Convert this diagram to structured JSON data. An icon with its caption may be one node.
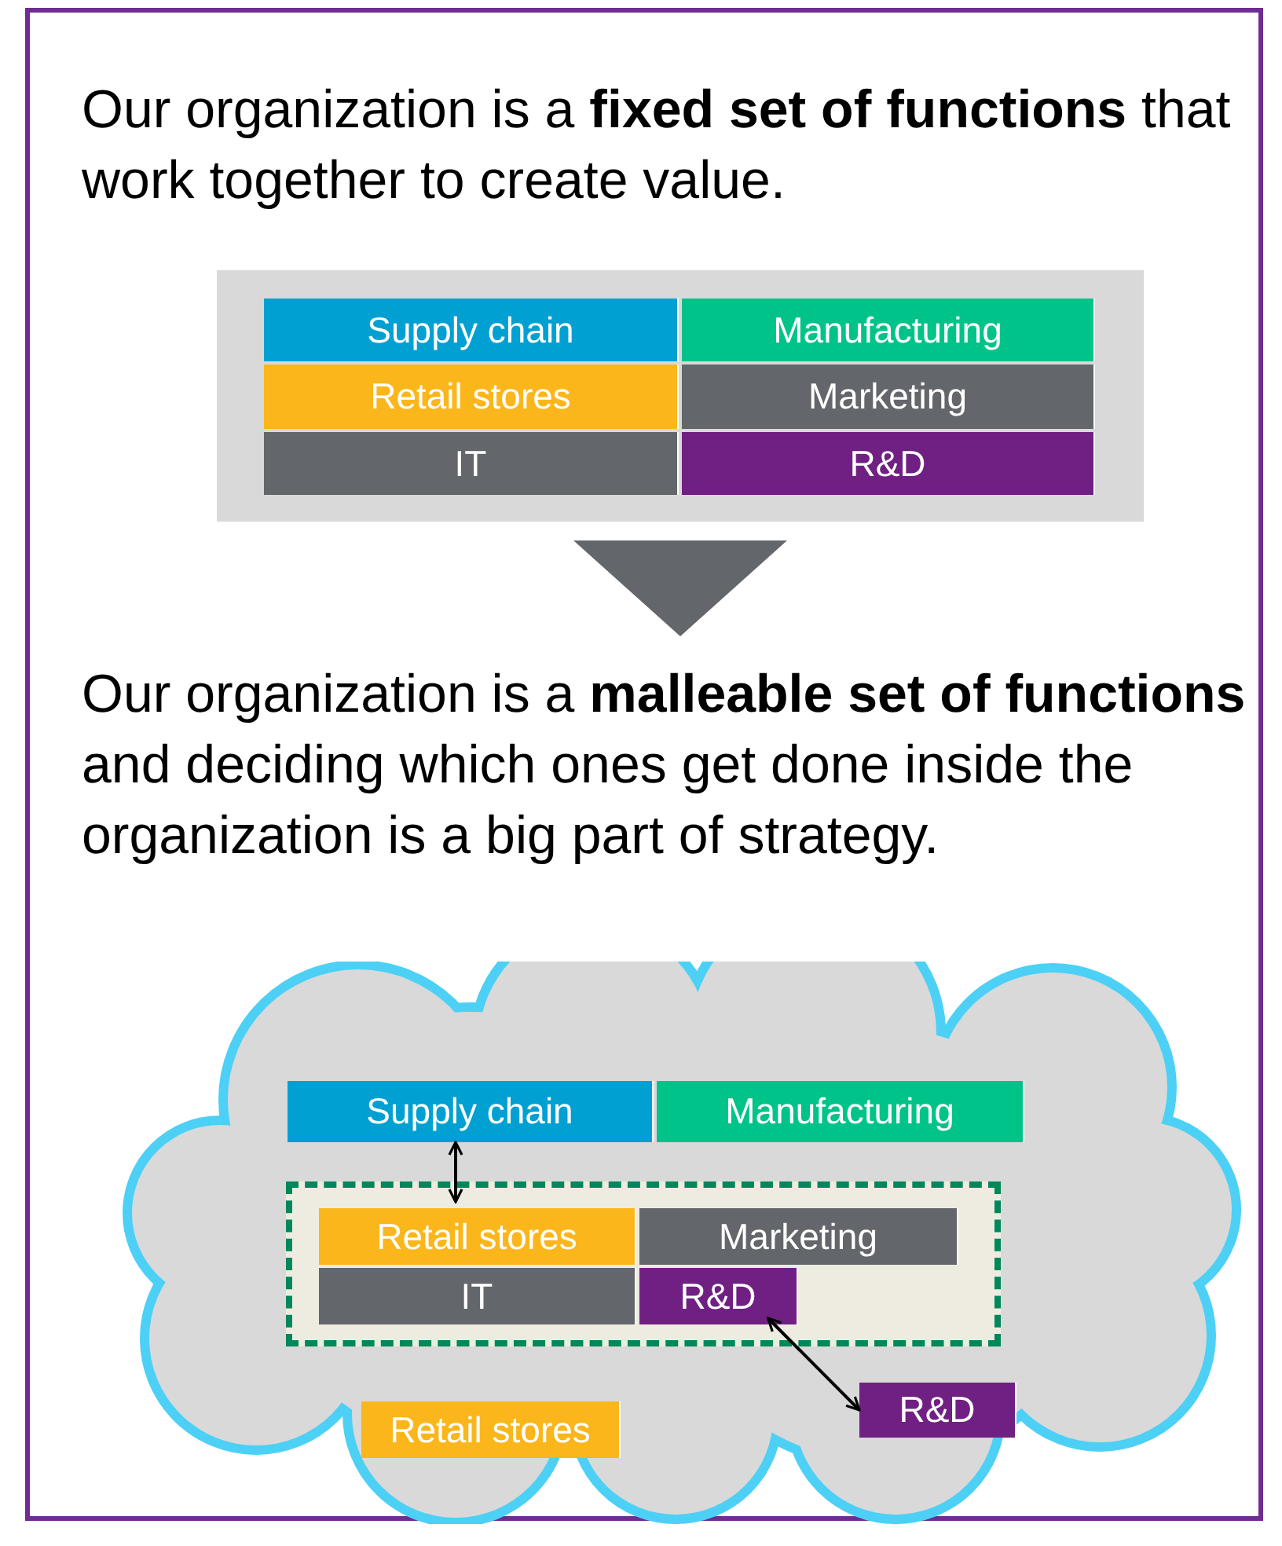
{
  "diagram": {
    "nodes": [
      {
        "text": [],
        "shape": "box"
      },
      {
        "text": [
          "Supply chain"
        ],
        "in": 0
      },
      {
        "text": [
          "Manufacturing"
        ],
        "in": 0
      },
      {
        "text": [
          "Retail stores"
        ],
        "in": 0
      },
      {
        "text": [
          "Marketing"
        ],
        "in": 0
      },
      {
        "text": [
          "IT"
        ],
        "in": 0
      },
      {
        "text": [
          "R&D"
        ],
        "in": 0
      },
      {
        "text": [],
        "shape": "cloud"
      },
      {
        "text": [
          "Supply chain"
        ],
        "in": 7
      },
      {
        "text": [
          "Manufacturing"
        ],
        "in": 7
      },
      {
        "text": [],
        "shape": "box",
        "in": 7
      },
      {
        "text": [
          "Retail stores"
        ],
        "in": 10
      },
      {
        "text": [
          "Marketing"
        ],
        "in": 10
      },
      {
        "text": [
          "IT"
        ],
        "in": 10
      },
      {
        "text": [
          "R&D"
        ],
        "in": 10
      },
      {
        "text": [
          "R&D"
        ],
        "in": 7
      },
      {
        "text": [
          "Retail stores"
        ],
        "in": 7
      }
    ],
    "edges": [
      {
        "from": 8,
        "to": 11,
        "arrow": "both"
      },
      {
        "from": 14,
        "to": 15,
        "arrow": "both"
      }
    ],
    "labels": [
      "Our organization is a **fixed set of functions** that work together to create value.",
      "Our organization is a **malleable set of functions** and deciding which ones get done inside the organization is a big part of strategy."
    ]
  }
}
